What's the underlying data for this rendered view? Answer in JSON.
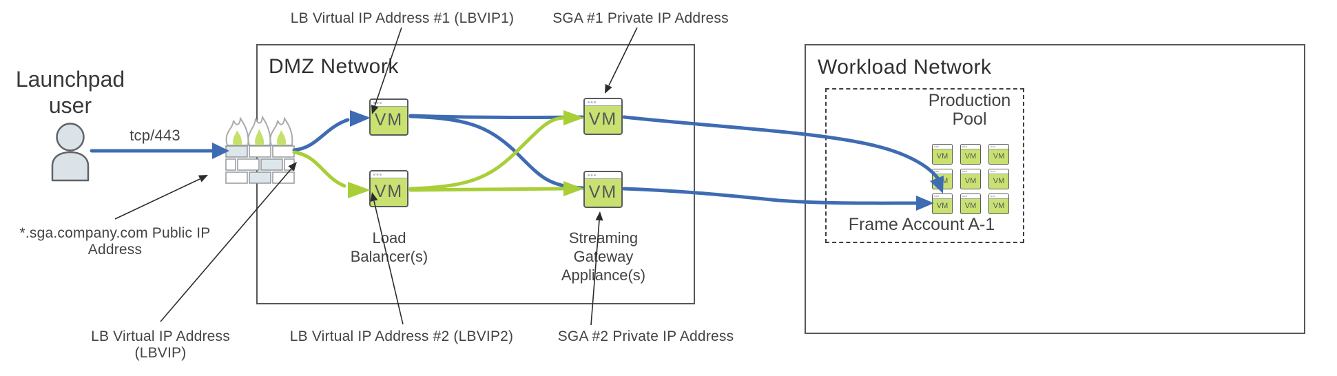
{
  "colors": {
    "blue": "#3e6cb3",
    "green": "#a9ce38",
    "vm_green": "#c9e170",
    "ink": "#2c2d2f",
    "label": "#414345",
    "box_border": "#54565a",
    "vm_border": "#595a5c",
    "brick_fill": "#dde6ea",
    "flame_green": "#c5e06b",
    "person_fill": "#dbe3e8"
  },
  "actors": {
    "user_label": "Launchpad\nuser"
  },
  "connection": {
    "protocol_label": "tcp/443"
  },
  "dmz": {
    "title": "DMZ Network",
    "lb_label": "Load\nBalancer(s)",
    "sga_label": "Streaming\nGateway\nAppliance(s)",
    "vm_label": "VM"
  },
  "workload": {
    "title": "Workload Network",
    "pool_title": "Production\nPool",
    "frame_label": "Frame Account A-1",
    "vm_label": "VM"
  },
  "annotations": {
    "lbvip1": "LB Virtual IP Address #1 (LBVIP1)",
    "sga1": "SGA #1 Private IP Address",
    "public_ip": "*.sga.company.com Public IP\nAddress",
    "lbvip": "LB Virtual IP Address\n(LBVIP)",
    "lbvip2": "LB Virtual IP Address #2 (LBVIP2)",
    "sga2": "SGA #2 Private IP Address"
  }
}
